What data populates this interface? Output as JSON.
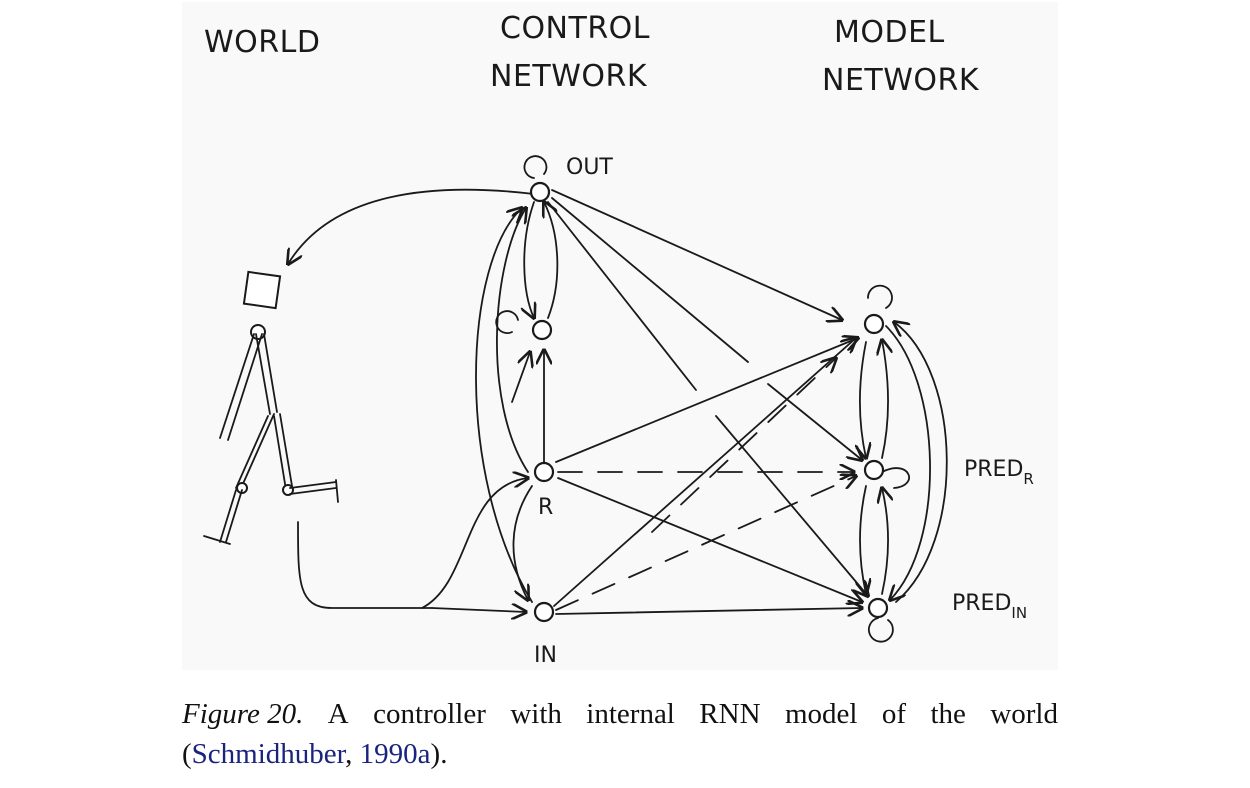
{
  "figure": {
    "world_label": "WORLD",
    "control_label_line1": "CONTROL",
    "control_label_line2": "NETWORK",
    "model_label_line1": "MODEL",
    "model_label_line2": "NETWORK",
    "node_out_label": "OUT",
    "node_r_label": "R",
    "node_in_label": "IN",
    "pred_r_label": "PRED",
    "pred_r_sub": "R",
    "pred_in_label": "PRED",
    "pred_in_sub": "IN"
  },
  "caption": {
    "label": "Figure 20.",
    "text_line1_words": [
      "A",
      "controller",
      "with",
      "internal",
      "RNN",
      "model",
      "of",
      "the",
      "world"
    ],
    "open_paren": "(",
    "citation_author": "Schmidhuber",
    "citation_sep": ", ",
    "citation_year": "1990a",
    "close": ")."
  }
}
